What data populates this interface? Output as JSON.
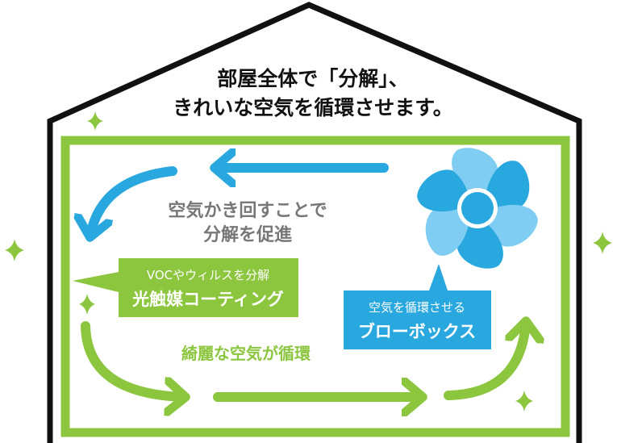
{
  "title": {
    "line1": "部屋全体で「分解」、",
    "line2": "きれいな空気を循環させます。"
  },
  "circulation_label": {
    "line1": "空気かき回すことで",
    "line2": "分解を促進"
  },
  "coating_callout": {
    "sub": "VOCやウィルスを分解",
    "main": "光触媒コーティング"
  },
  "blower_callout": {
    "sub": "空気を循環させる",
    "main": "ブローボックス"
  },
  "clean_air_label": "綺麗な空気が循環",
  "colors": {
    "green": "#8cc63f",
    "blue": "#29a8e0",
    "light_blue": "#7fcdf2",
    "outline": "#111111"
  }
}
